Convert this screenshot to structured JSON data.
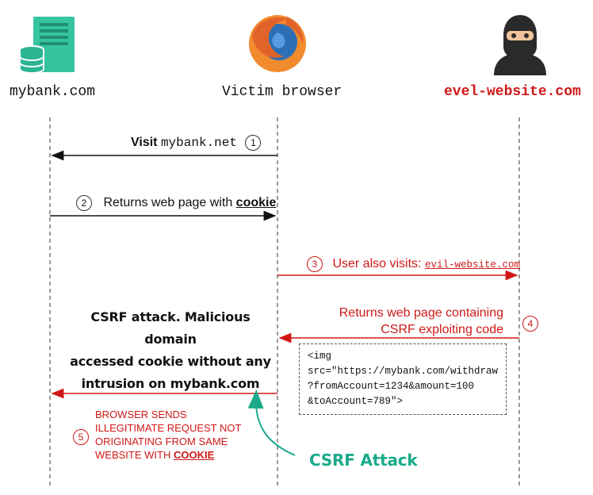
{
  "actors": {
    "bank": {
      "label": "mybank.com",
      "icon": "bank-server-icon"
    },
    "browser": {
      "label": "Victim browser",
      "icon": "firefox-browser-icon"
    },
    "attacker": {
      "label": "evel-website.com",
      "icon": "hacker-icon"
    }
  },
  "messages": {
    "m1": {
      "bold": "Visit",
      "code": "mybank.net",
      "num": "1"
    },
    "m2": {
      "num": "2",
      "text": "Returns web page with",
      "emph": "cookie"
    },
    "m3": {
      "num": "3",
      "text": "User also visits:",
      "code": "evil-website.com"
    },
    "m4": {
      "line1": "Returns web page containing",
      "line2": "CSRF exploiting code",
      "num": "4"
    },
    "m5": {
      "num": "5",
      "line1": "BROWSER SENDS",
      "line2": "ILLEGITIMATE REQUEST NOT",
      "line3": "ORIGINATING FROM SAME",
      "line4_prefix": "WEBSITE WITH",
      "line4_emph": "COOKIE"
    }
  },
  "code_snippet": {
    "l1": "<img",
    "l2": "src=\"https://mybank.com/withdraw",
    "l3": "?fromAccount=1234&amount=100",
    "l4": "&toAccount=789\">"
  },
  "note": {
    "line1": "CSRF attack. Malicious domain",
    "line2": "accessed cookie without any",
    "line3": "intrusion on mybank.com"
  },
  "attack_label": "CSRF Attack",
  "colors": {
    "red": "#d01818",
    "teal": "#1aaa8a",
    "black": "#111111"
  }
}
